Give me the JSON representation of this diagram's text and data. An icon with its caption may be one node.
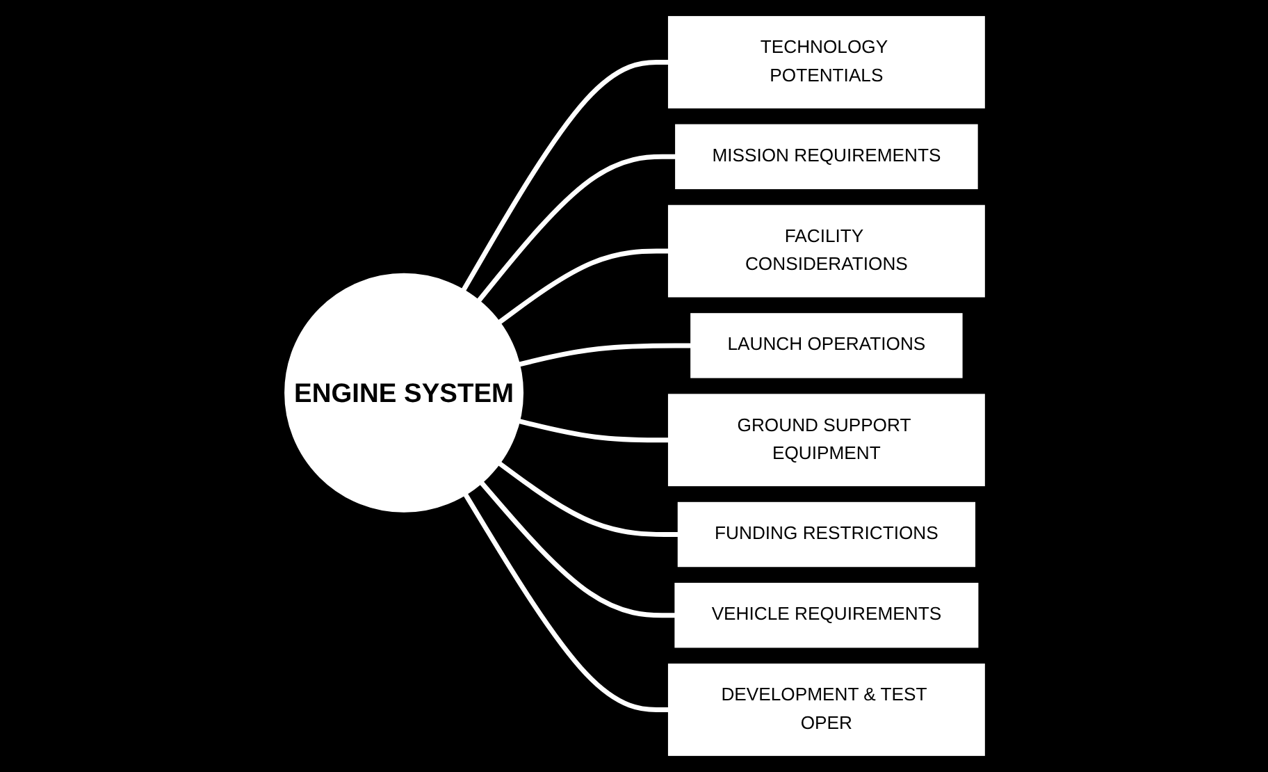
{
  "diagram": {
    "nodes": [
      {
        "text": [
          "TECHNOLOGY POTENTIALS"
        ]
      },
      {
        "text": [
          "MISSION REQUIREMENTS"
        ]
      },
      {
        "text": [
          "FACILITY CONSIDERATIONS"
        ]
      },
      {
        "text": [
          "ENGINE SYSTEM"
        ]
      },
      {
        "text": [
          "LAUNCH OPERATIONS"
        ]
      },
      {
        "text": [
          "GROUND SUPPORT EQUIPMENT"
        ]
      },
      {
        "text": [
          "FUNDING RESTRICTIONS"
        ]
      },
      {
        "text": [
          "VEHICLE REQUIREMENTS"
        ]
      },
      {
        "text": [
          "DEVELOPMENT & TEST OPER"
        ]
      }
    ],
    "edges": [
      {
        "from": 3,
        "to": 0,
        "arrow": "none"
      },
      {
        "from": 3,
        "to": 1,
        "arrow": "none"
      },
      {
        "from": 3,
        "to": 2,
        "arrow": "none"
      },
      {
        "from": 3,
        "to": 4,
        "arrow": "none"
      },
      {
        "from": 3,
        "to": 5,
        "arrow": "none"
      },
      {
        "from": 3,
        "to": 6,
        "arrow": "none"
      },
      {
        "from": 3,
        "to": 7,
        "arrow": "none"
      },
      {
        "from": 3,
        "to": 8,
        "arrow": "none"
      }
    ]
  }
}
